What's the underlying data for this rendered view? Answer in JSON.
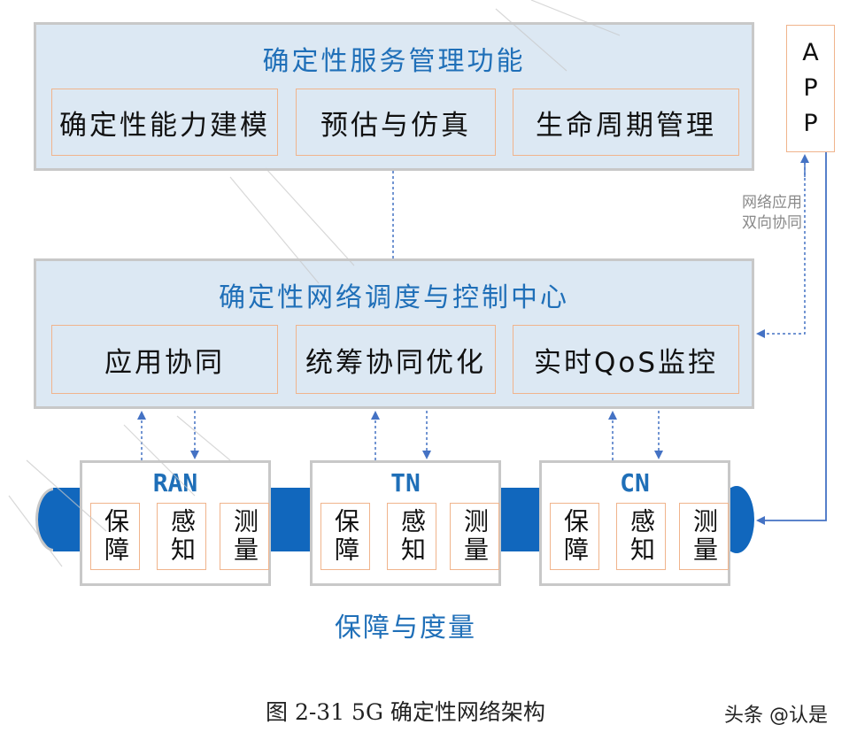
{
  "mgmt": {
    "title": "确定性服务管理功能",
    "items": [
      "确定性能力建模",
      "预估与仿真",
      "生命周期管理"
    ]
  },
  "app": {
    "letters": [
      "A",
      "P",
      "P"
    ]
  },
  "sync_note": [
    "网络应用",
    "双向协同"
  ],
  "control": {
    "title": "确定性网络调度与控制中心",
    "items": [
      "应用协同",
      "统筹协同优化",
      "实时QoS监控"
    ]
  },
  "nodes": [
    {
      "name": "RAN",
      "cells": [
        "保障",
        "感知",
        "测量"
      ]
    },
    {
      "name": "TN",
      "cells": [
        "保障",
        "感知",
        "测量"
      ]
    },
    {
      "name": "CN",
      "cells": [
        "保障",
        "感知",
        "测量"
      ]
    }
  ],
  "bottom_label": "保障与度量",
  "caption": "图 2-31  5G 确定性网络架构",
  "watermark": "头条 @认是",
  "colors": {
    "accent": "#1f6fb8",
    "arrow": "#4472c4",
    "pipe": "#1167bd",
    "panel": "#dce8f3",
    "subbox_border": "#f0b48c"
  }
}
